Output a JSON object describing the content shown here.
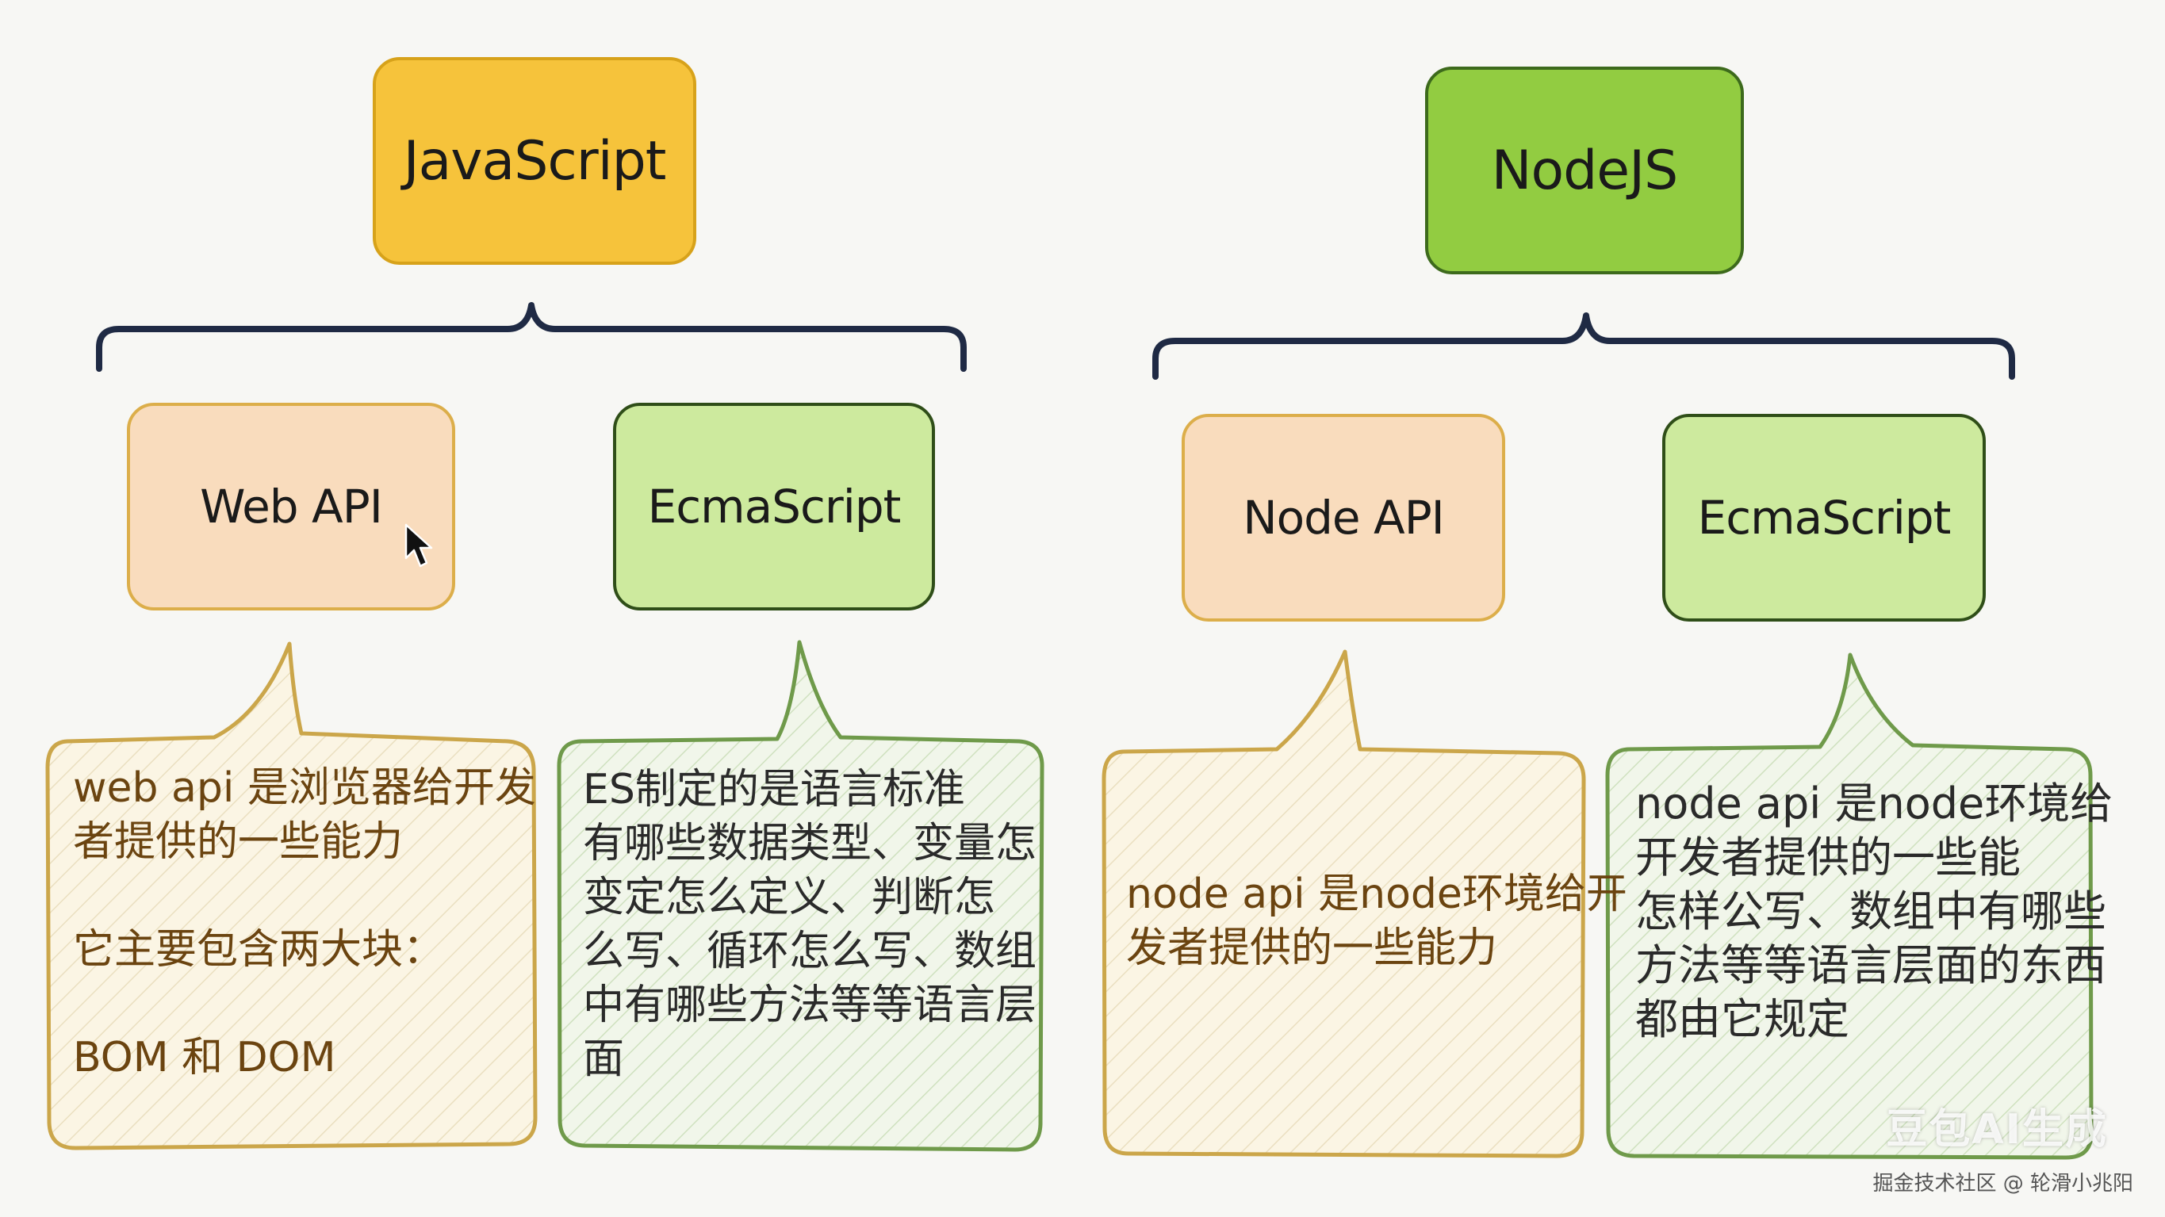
{
  "diagram": {
    "left": {
      "root": "JavaScript",
      "children": [
        {
          "label": "Web API"
        },
        {
          "label": "EcmaScript"
        }
      ],
      "notes": [
        {
          "lines": [
            "web api 是浏览器给开发",
            "者提供的一些能力",
            "",
            "它主要包含两大块：",
            "",
            "BOM 和 DOM"
          ]
        },
        {
          "lines": [
            "ES制定的是语言标准",
            "有哪些数据类型、变量怎",
            "变定怎么定义、判断怎",
            "么写、循环怎么写、数组",
            "中有哪些方法等等语言层",
            "面"
          ]
        }
      ]
    },
    "right": {
      "root": "NodeJS",
      "children": [
        {
          "label": "Node API"
        },
        {
          "label": "EcmaScript"
        }
      ],
      "notes": [
        {
          "lines": [
            "node api 是node环境给开",
            "发者提供的一些能力"
          ]
        },
        {
          "lines": [
            "node api 是node环境给",
            "开发者提供的一些能",
            "怎样公写、数组中有哪些",
            "方法等等语言层面的东西",
            "都由它规定"
          ]
        }
      ]
    },
    "colors": {
      "yellow": "#f6c33b",
      "green": "#92cc41",
      "peach": "#f9dcbd",
      "light_green": "#cdea9e",
      "brace": "#1f2a44"
    }
  },
  "watermark": "豆包AI生成",
  "credit": "掘金技术社区 @ 轮滑小兆阳"
}
